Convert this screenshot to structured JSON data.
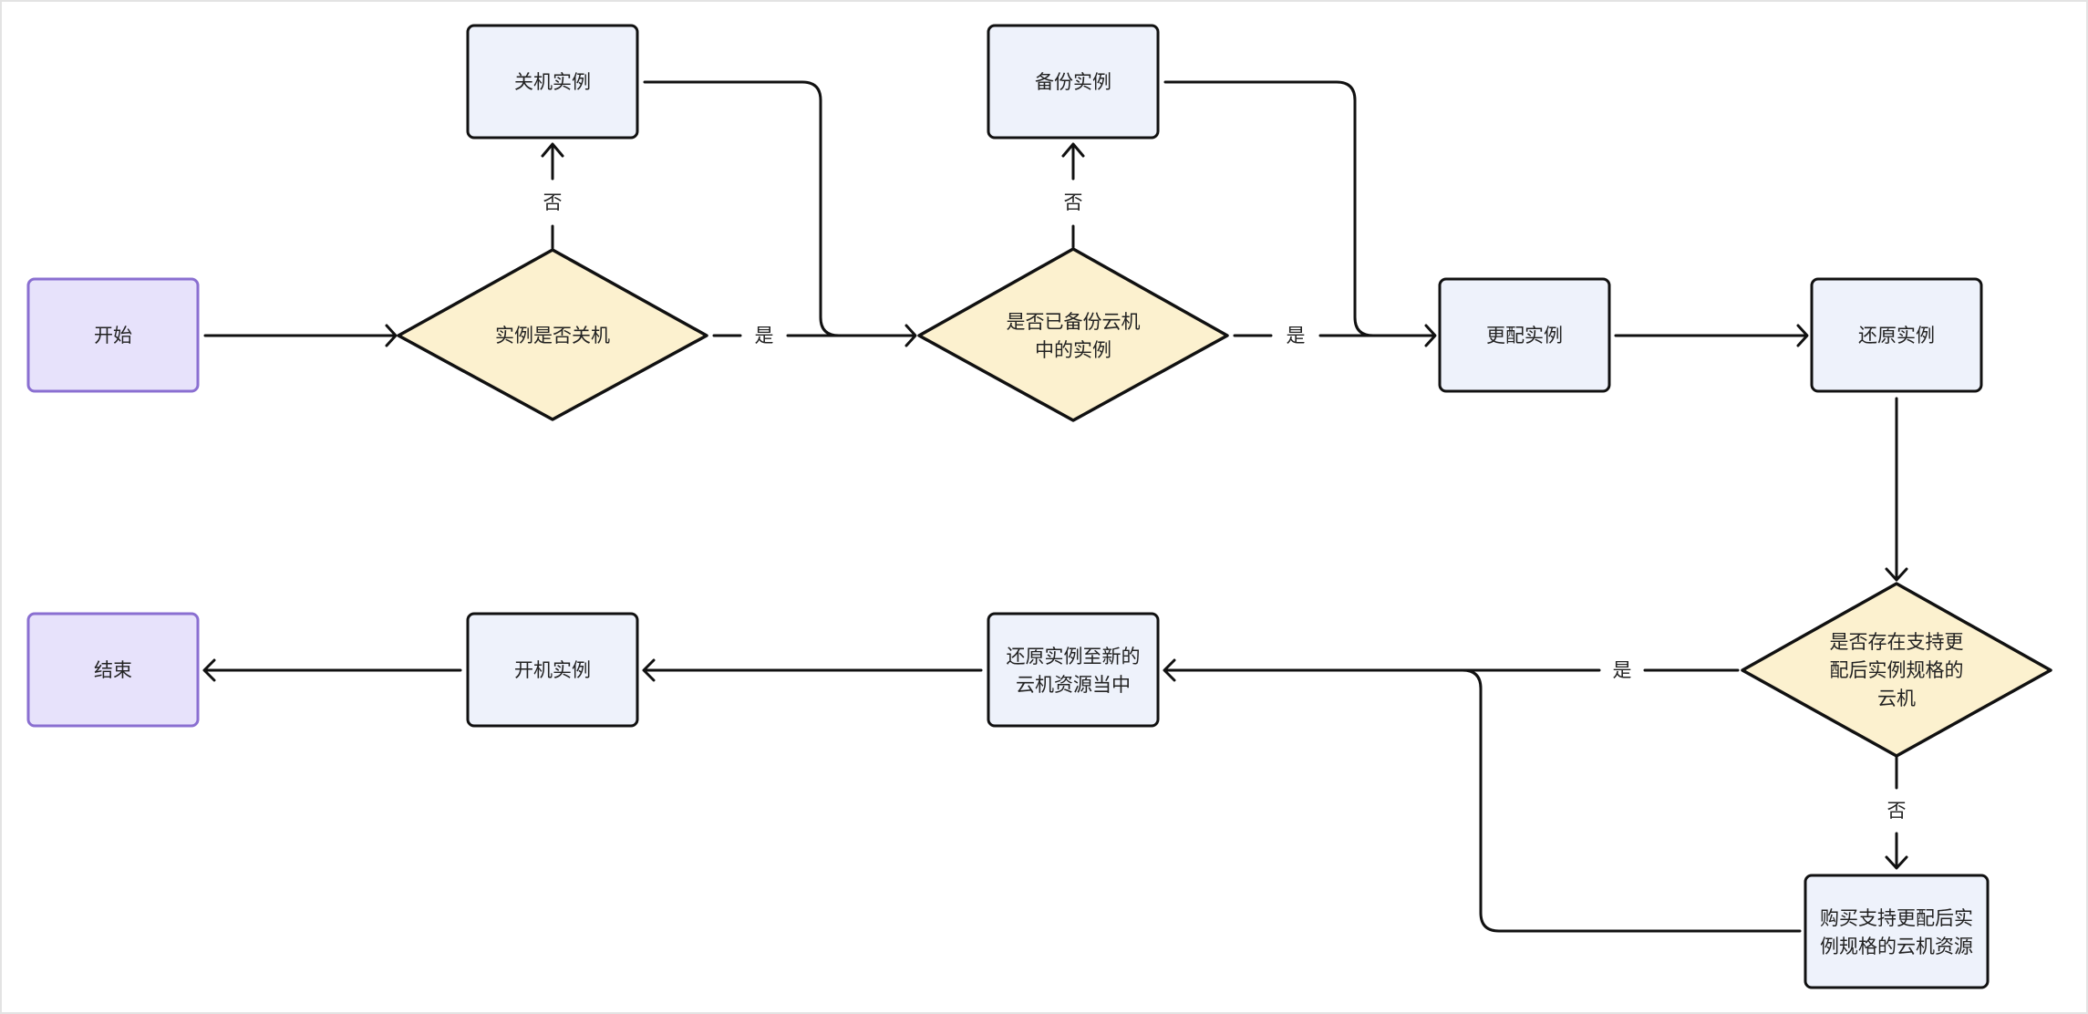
{
  "colors": {
    "terminal_fill": "#e7e2fb",
    "terminal_stroke": "#8a6fd1",
    "process_fill": "#eef2fb",
    "process_stroke": "#111111",
    "decision_fill": "#fcf1cf",
    "decision_stroke": "#111111",
    "edge": "#111111"
  },
  "nodes": {
    "start": {
      "lines": [
        "开始"
      ]
    },
    "check_shutdown": {
      "lines": [
        "实例是否关机"
      ]
    },
    "shutdown": {
      "lines": [
        "关机实例"
      ]
    },
    "check_backup": {
      "lines": [
        "是否已备份云机",
        "中的实例"
      ]
    },
    "backup": {
      "lines": [
        "备份实例"
      ]
    },
    "upgrade": {
      "lines": [
        "更配实例"
      ]
    },
    "restore": {
      "lines": [
        "还原实例"
      ]
    },
    "check_resource": {
      "lines": [
        "是否存在支持更",
        "配后实例规格的",
        "云机"
      ]
    },
    "buy": {
      "lines": [
        "购买支持更配后实",
        "例规格的云机资源"
      ]
    },
    "restore_new": {
      "lines": [
        "还原实例至新的",
        "云机资源当中"
      ]
    },
    "power_on": {
      "lines": [
        "开机实例"
      ]
    },
    "end": {
      "lines": [
        "结束"
      ]
    }
  },
  "edges": {
    "shutdown_yes": "是",
    "shutdown_no": "否",
    "backup_yes": "是",
    "backup_no": "否",
    "resource_yes": "是",
    "resource_no": "否"
  }
}
